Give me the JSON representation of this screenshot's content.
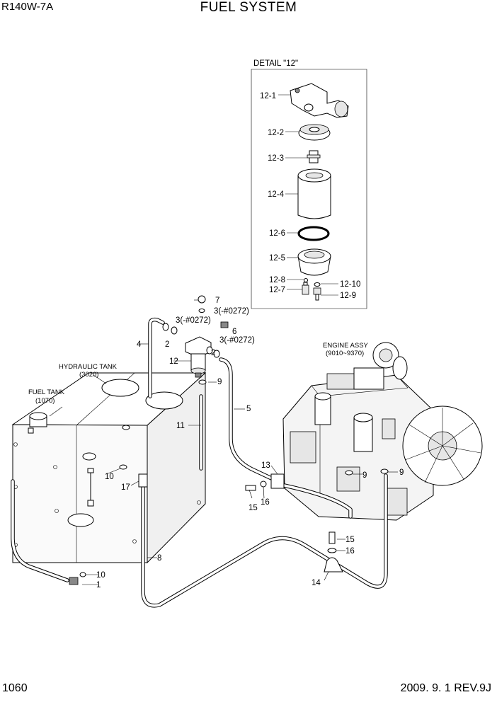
{
  "header": {
    "model": "R140W-7A",
    "title": "FUEL SYSTEM"
  },
  "footer": {
    "page_number": "1060",
    "revision": "2009. 9. 1  REV.9J"
  },
  "detail": {
    "title": "DETAIL \"12\"",
    "parts": [
      "12-1",
      "12-2",
      "12-3",
      "12-4",
      "12-6",
      "12-5",
      "12-8",
      "12-10",
      "12-7",
      "12-9"
    ]
  },
  "assemblies": {
    "engine": {
      "name": "ENGINE ASSY",
      "ref": "(9010~9370)"
    },
    "hydraulic_tank": {
      "name": "HYDRAULIC TANK",
      "ref": "(3020)"
    },
    "fuel_tank": {
      "name": "FUEL TANK",
      "ref": "(1070)"
    }
  },
  "callouts": {
    "c7": "7",
    "c3a": "3(-#0272)",
    "c3b": "3(-#0272)",
    "c3c": "3(-#0272)",
    "c6": "6",
    "c4": "4",
    "c2a": "2",
    "c2b": "2",
    "c12": "12",
    "c9a": "9",
    "c5": "5",
    "c11": "11",
    "c13": "13",
    "c15a": "15",
    "c16a": "16",
    "c9b": "9",
    "c9c": "9",
    "c10a": "10",
    "c17": "17",
    "c8": "8",
    "c15b": "15",
    "c16b": "16",
    "c14": "14",
    "c10b": "10",
    "c1": "1"
  }
}
